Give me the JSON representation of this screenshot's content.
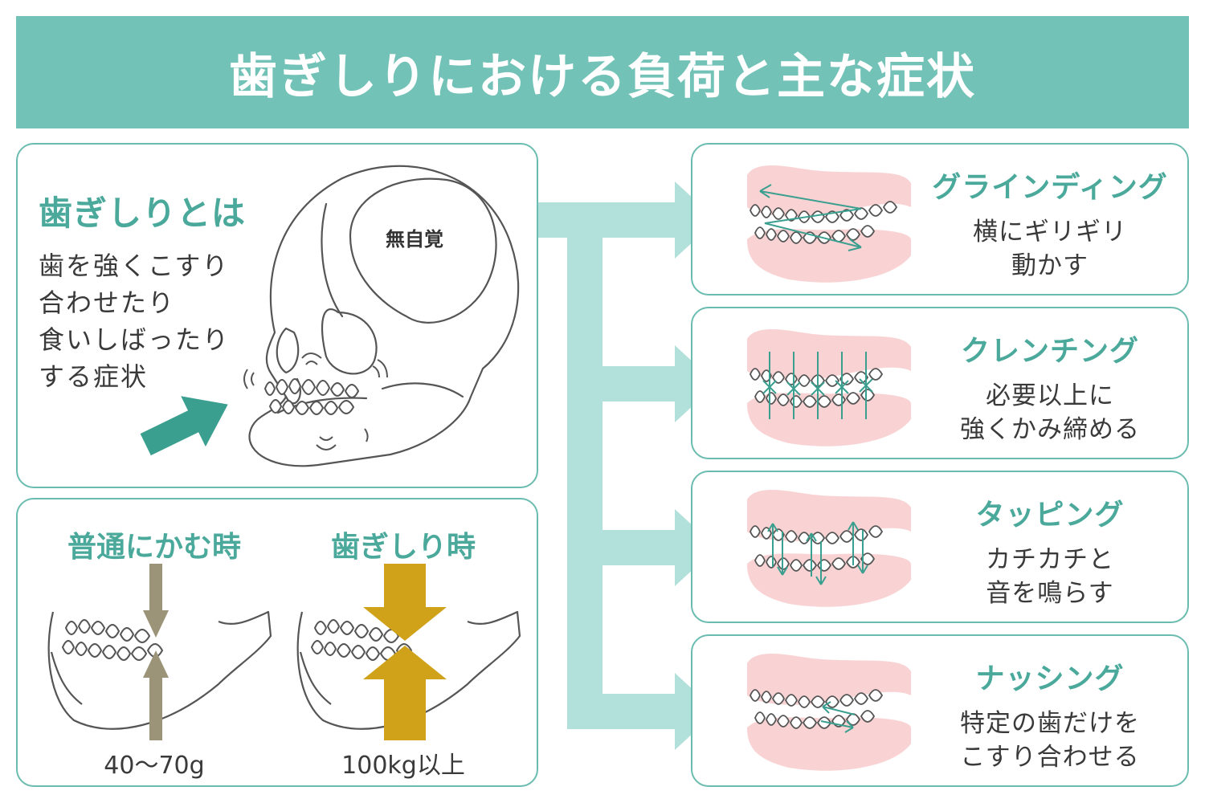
{
  "header": {
    "title": "歯ぎしりにおける負荷と主な症状"
  },
  "about": {
    "title": "歯ぎしりとは",
    "description_lines": [
      "歯を強くこすり",
      "合わせたり",
      "食いしばったり",
      "する症状"
    ],
    "skull_label": "無自覚"
  },
  "force": {
    "normal": {
      "title": "普通にかむ時",
      "value": "40〜70g"
    },
    "bruxism": {
      "title": "歯ぎしり時",
      "value": "100kg以上"
    }
  },
  "types": [
    {
      "name": "グラインディング",
      "desc_lines": [
        "横にギリギリ",
        "動かす"
      ]
    },
    {
      "name": "クレンチング",
      "desc_lines": [
        "必要以上に",
        "強くかみ締める"
      ]
    },
    {
      "name": "タッピング",
      "desc_lines": [
        "カチカチと",
        "音を鳴らす"
      ]
    },
    {
      "name": "ナッシング",
      "desc_lines": [
        "特定の歯だけを",
        "こすり合わせる"
      ]
    }
  ],
  "colors": {
    "header_bg": "#73c2b7",
    "accent_text": "#4aa99b",
    "panel_border": "#6bbcb0",
    "connector": "#b2e0da",
    "pointer_arrow": "#3a9f8f",
    "gum_pink": "#f9d3d3",
    "normal_arrow": "#9b9478",
    "bruxism_arrow": "#cfa21a"
  }
}
